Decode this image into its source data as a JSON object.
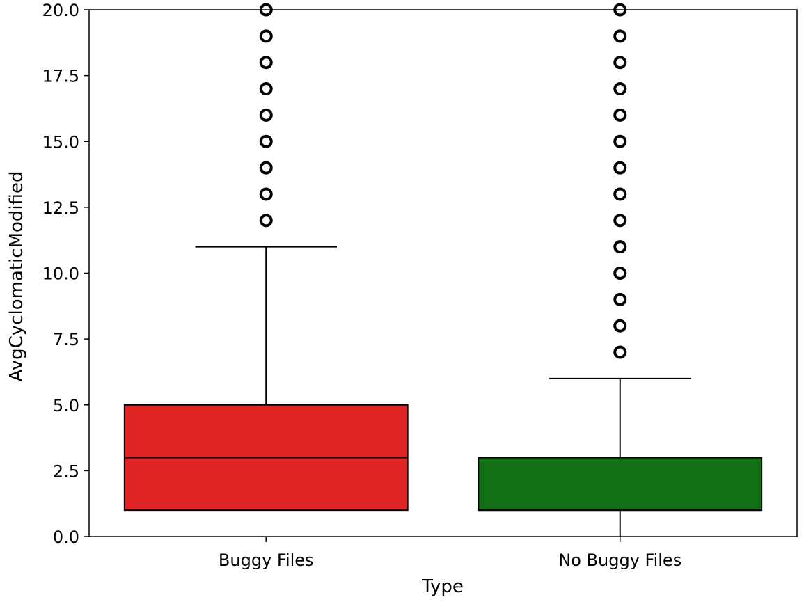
{
  "chart_data": {
    "type": "box",
    "xlabel": "Type",
    "ylabel": "AvgCyclomaticModified",
    "ylim": [
      0,
      20
    ],
    "yticks": [
      0.0,
      2.5,
      5.0,
      7.5,
      10.0,
      12.5,
      15.0,
      17.5,
      20.0
    ],
    "ytick_labels": [
      "0.0",
      "2.5",
      "5.0",
      "7.5",
      "10.0",
      "12.5",
      "15.0",
      "17.5",
      "20.0"
    ],
    "categories": [
      "Buggy Files",
      "No Buggy Files"
    ],
    "boxes": [
      {
        "category": "Buggy Files",
        "color": "#e02424",
        "whisker_low": 1,
        "q1": 1,
        "median": 3,
        "q3": 5,
        "whisker_high": 11,
        "outliers": [
          12,
          13,
          14,
          15,
          16,
          17,
          18,
          19,
          20
        ]
      },
      {
        "category": "No Buggy Files",
        "color": "#136f13",
        "whisker_low": 0,
        "q1": 1,
        "median": 1,
        "q3": 3,
        "whisker_high": 6,
        "outliers": [
          7,
          8,
          9,
          10,
          11,
          12,
          13,
          14,
          15,
          16,
          17,
          18,
          19,
          20
        ]
      }
    ]
  }
}
